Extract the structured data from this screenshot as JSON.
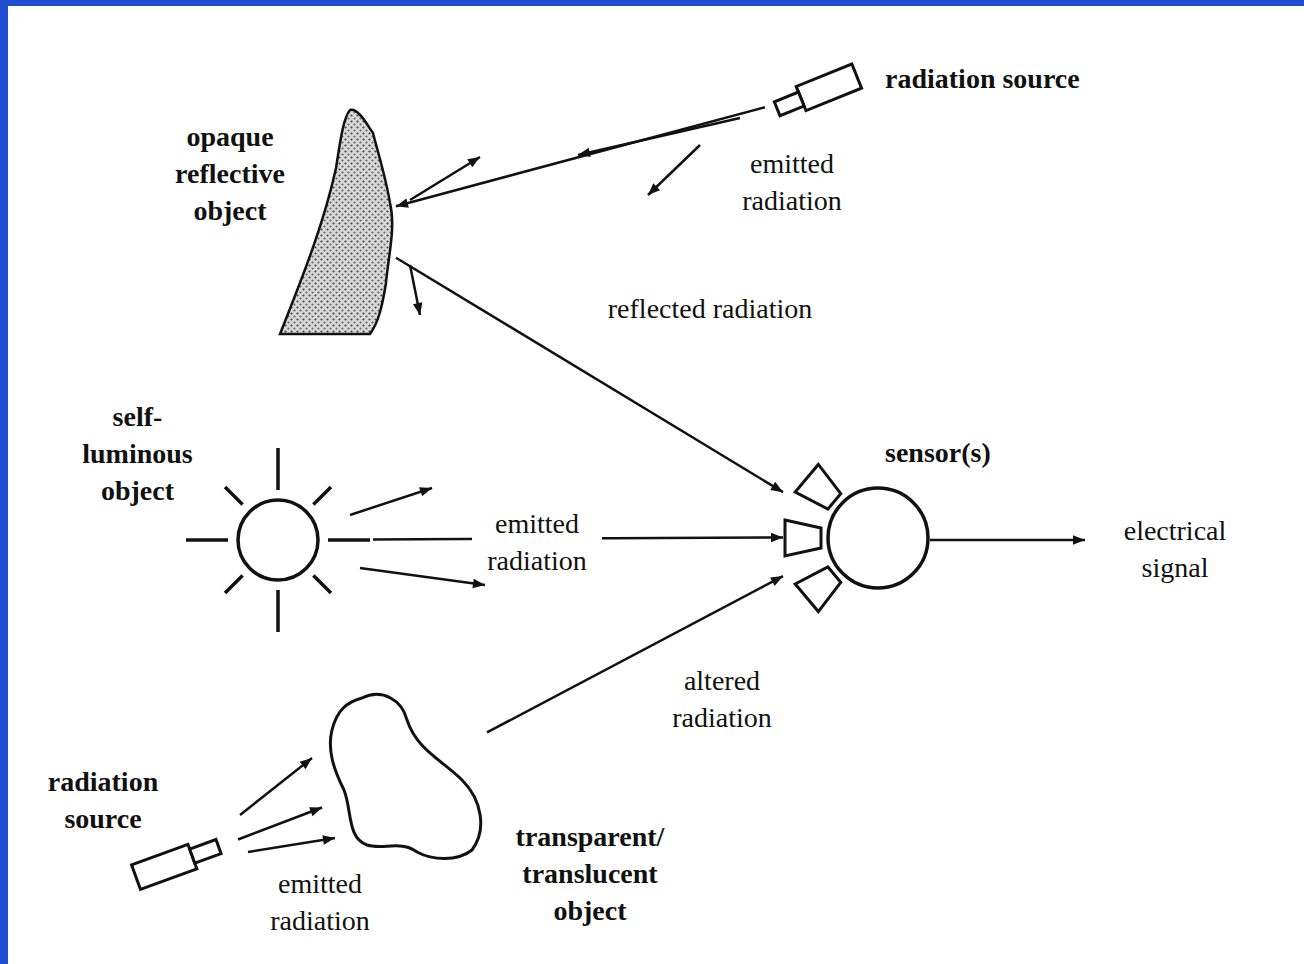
{
  "diagram": {
    "nodes": [
      {
        "text": [
          "radiation source"
        ]
      },
      {
        "text": [
          "opaque reflective object"
        ]
      },
      {
        "text": [
          "self- luminous object"
        ]
      },
      {
        "text": [
          "sensor(s)"
        ]
      },
      {
        "text": [
          "transparent/ translucent object"
        ]
      },
      {
        "text": [
          "radiation source"
        ]
      }
    ],
    "edges": [
      {
        "from": 0,
        "to": 1,
        "arrow": "to",
        "label": "emitted radiation"
      },
      {
        "from": 1,
        "to": 3,
        "arrow": "to",
        "label": "reflected radiation"
      },
      {
        "from": 2,
        "to": 3,
        "arrow": "to",
        "label": "emitted radiation"
      },
      {
        "from": 4,
        "to": 3,
        "arrow": "to",
        "label": "altered radiation"
      },
      {
        "from": 5,
        "to": 4,
        "arrow": "to",
        "label": "emitted radiation"
      }
    ],
    "labels": [
      "electrical signal"
    ]
  }
}
